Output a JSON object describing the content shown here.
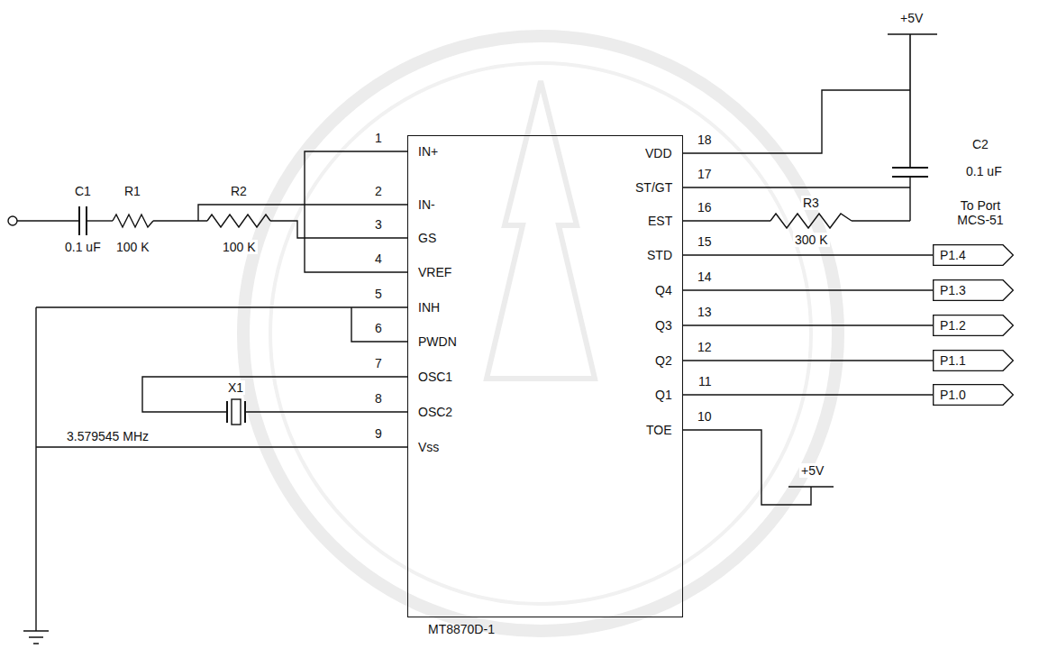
{
  "diagram": {
    "nodes": [
      {
        "text": [
          "MT8870D-1"
        ]
      },
      {
        "text": [
          "P1.4"
        ]
      },
      {
        "text": [
          "P1.3"
        ]
      },
      {
        "text": [
          "P1.2"
        ]
      },
      {
        "text": [
          "P1.1"
        ]
      },
      {
        "text": [
          "P1.0"
        ]
      }
    ],
    "edges": [
      {
        "from": 0,
        "to": 1,
        "arrow": "none"
      },
      {
        "from": 0,
        "to": 2,
        "arrow": "none"
      },
      {
        "from": 0,
        "to": 3,
        "arrow": "none"
      },
      {
        "from": 0,
        "to": 4,
        "arrow": "none"
      },
      {
        "from": 0,
        "to": 5,
        "arrow": "none"
      }
    ],
    "labels": [
      "+5V",
      "C2",
      "0.1 uF",
      "To Port MCS-51",
      "R3",
      "300 K",
      "+5V",
      "C1",
      "0.1 uF",
      "R1",
      "100 K",
      "R2",
      "100 K",
      "X1",
      "3.579545 MHz",
      "IN+",
      "IN-",
      "GS",
      "VREF",
      "INH",
      "PWDN",
      "OSC1",
      "OSC2",
      "Vss",
      "VDD",
      "ST/GT",
      "EST",
      "STD",
      "Q4",
      "Q3",
      "Q2",
      "Q1",
      "TOE",
      "1",
      "2",
      "3",
      "4",
      "5",
      "6",
      "7",
      "8",
      "9",
      "18",
      "17",
      "16",
      "15",
      "14",
      "13",
      "12",
      "11",
      "10"
    ]
  }
}
